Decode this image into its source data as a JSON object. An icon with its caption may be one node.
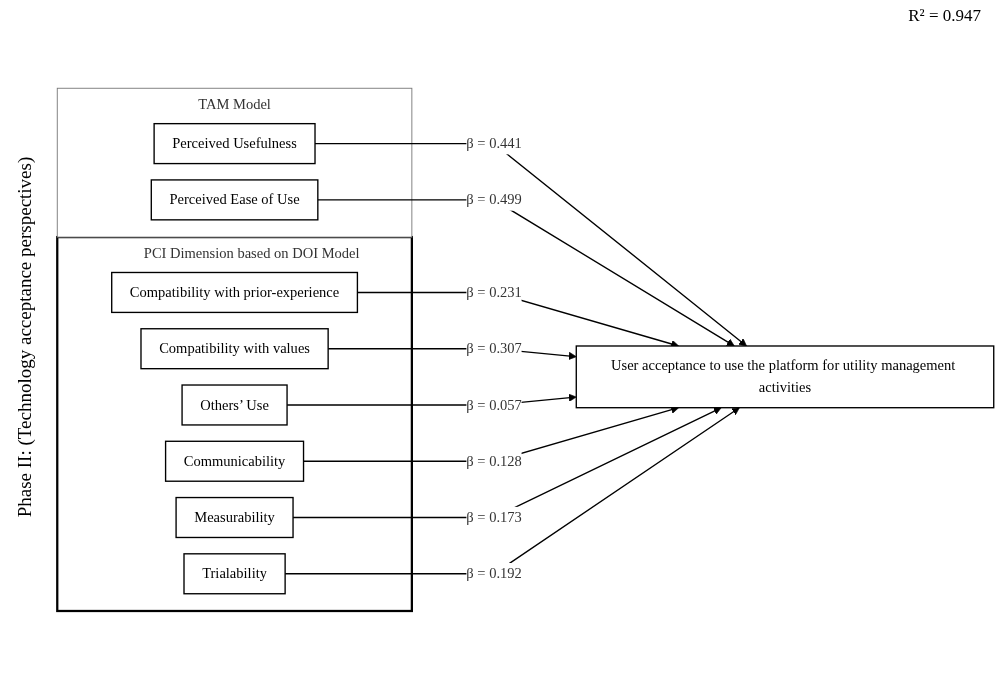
{
  "diagram": {
    "nodes": [
      {
        "text": [
          "TAM Model"
        ]
      },
      {
        "text": [
          "Perceived Usefulness"
        ],
        "in": 0
      },
      {
        "text": [
          "Perceived Ease of Use"
        ],
        "in": 0
      },
      {
        "text": [
          "PCI Dimension based on DOI Model"
        ]
      },
      {
        "text": [
          "Compatibility with prior-experience"
        ],
        "in": 3
      },
      {
        "text": [
          "Compatibility with values"
        ],
        "in": 3
      },
      {
        "text": [
          "Others’ Use"
        ],
        "in": 3
      },
      {
        "text": [
          "Communicability"
        ],
        "in": 3
      },
      {
        "text": [
          "Measurability"
        ],
        "in": 3
      },
      {
        "text": [
          "Trialability"
        ],
        "in": 3
      },
      {
        "text": [
          "User acceptance to use the platform for utility management activities"
        ]
      }
    ],
    "edges": [
      {
        "from": 1,
        "to": 10,
        "arrow": "to",
        "label": "β = 0.441"
      },
      {
        "from": 2,
        "to": 10,
        "arrow": "to",
        "label": "β = 0.499"
      },
      {
        "from": 4,
        "to": 10,
        "arrow": "to",
        "label": "β = 0.231"
      },
      {
        "from": 5,
        "to": 10,
        "arrow": "to",
        "label": "β = 0.307"
      },
      {
        "from": 6,
        "to": 10,
        "arrow": "to",
        "label": "β = 0.057"
      },
      {
        "from": 7,
        "to": 10,
        "arrow": "to",
        "label": "β = 0.128"
      },
      {
        "from": 8,
        "to": 10,
        "arrow": "to",
        "label": "β = 0.173"
      },
      {
        "from": 9,
        "to": 10,
        "arrow": "to",
        "label": "β = 0.192"
      }
    ],
    "labels": [
      "Phase II: (Technology acceptance perspectives)",
      "R² = 0.947"
    ]
  }
}
